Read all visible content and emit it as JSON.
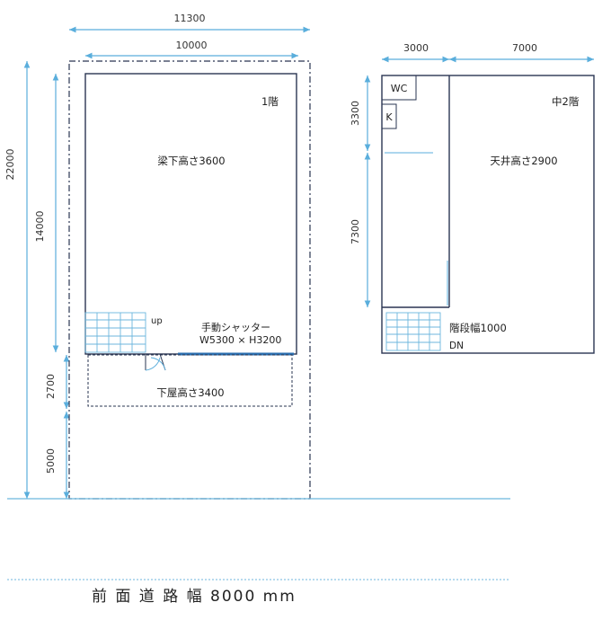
{
  "plan_left": {
    "dim_total_width": "11300",
    "dim_inner_width": "10000",
    "dim_total_depth": "22000",
    "dim_building_depth": "14000",
    "dim_canopy_depth": "2700",
    "dim_front_setback": "5000",
    "floor_label": "1階",
    "beam_height": "梁下高さ3600",
    "stair_up": "up",
    "shutter_label": "手動シャッター",
    "shutter_size": "W5300 × H3200",
    "canopy_height": "下屋高さ3400"
  },
  "plan_right": {
    "dim_left_width": "3000",
    "dim_right_width": "7000",
    "dim_top_depth": "3300",
    "dim_lower_depth": "7300",
    "wc_label": "WC",
    "kitchen_label": "K",
    "floor_label": "中2階",
    "ceiling_height": "天井高さ2900",
    "stair_width": "階段幅1000",
    "stair_down": "DN"
  },
  "road_label": "前 面 道 路  幅 8000 mm"
}
